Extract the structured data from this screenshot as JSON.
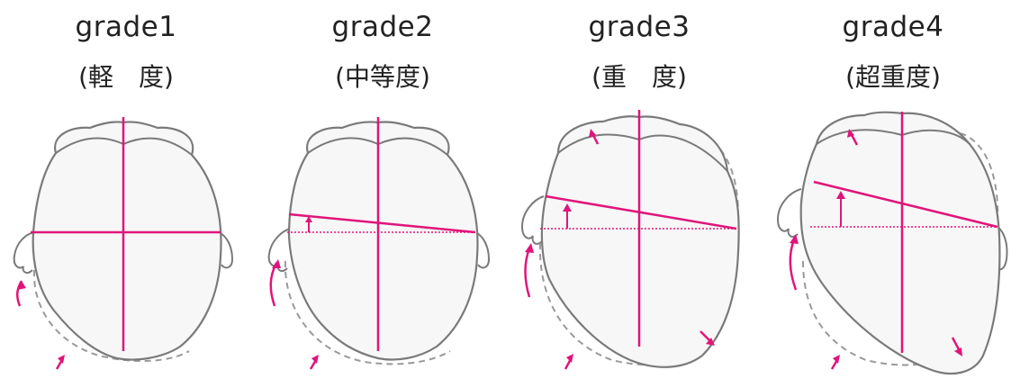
{
  "colors": {
    "outline": "#7a7a7a",
    "fill": "#f7f7f7",
    "accent": "#e0157a",
    "dashed": "#9a9a9a"
  },
  "grades": [
    {
      "title": "grade1",
      "subtitle": "(軽　度)"
    },
    {
      "title": "grade2",
      "subtitle": "(中等度)"
    },
    {
      "title": "grade3",
      "subtitle": "(重　度)"
    },
    {
      "title": "grade4",
      "subtitle": "(超重度)"
    }
  ]
}
